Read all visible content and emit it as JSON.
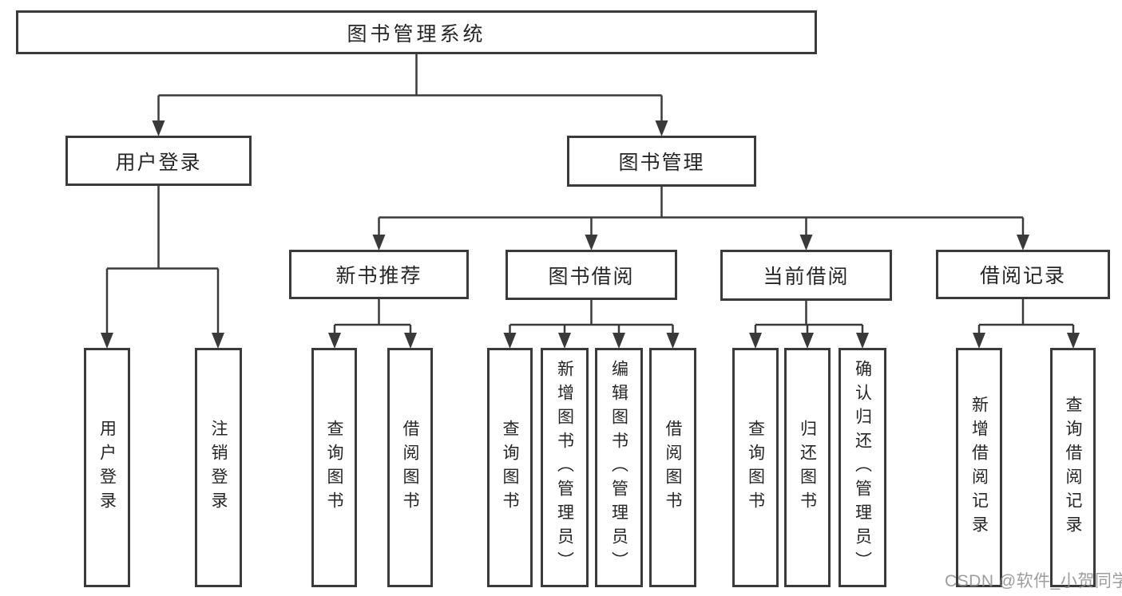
{
  "tree": {
    "root": {
      "label": "图书管理系统"
    },
    "branches": [
      {
        "label": "用户登录",
        "children": [
          {
            "label": "用户登录"
          },
          {
            "label": "注销登录"
          }
        ]
      },
      {
        "label": "图书管理",
        "groups": [
          {
            "label": "新书推荐",
            "children": [
              {
                "label": "查询图书"
              },
              {
                "label": "借阅图书"
              }
            ]
          },
          {
            "label": "图书借阅",
            "children": [
              {
                "label": "查询图书"
              },
              {
                "label": "新增图书（管理员）"
              },
              {
                "label": "编辑图书（管理员）"
              },
              {
                "label": "借阅图书"
              }
            ]
          },
          {
            "label": "当前借阅",
            "children": [
              {
                "label": "查询图书"
              },
              {
                "label": "归还图书"
              },
              {
                "label": "确认归还（管理员）"
              }
            ]
          },
          {
            "label": "借阅记录",
            "children": [
              {
                "label": "新增借阅记录"
              },
              {
                "label": "查询借阅记录"
              }
            ]
          }
        ]
      }
    ]
  },
  "watermark": {
    "text": "CSDN @软件_小贺同学"
  },
  "colors": {
    "line": "#3a3a3a",
    "box_border": "#3a3a3a",
    "text": "#262626",
    "watermark": "#8c8c8c",
    "background": "#ffffff"
  }
}
